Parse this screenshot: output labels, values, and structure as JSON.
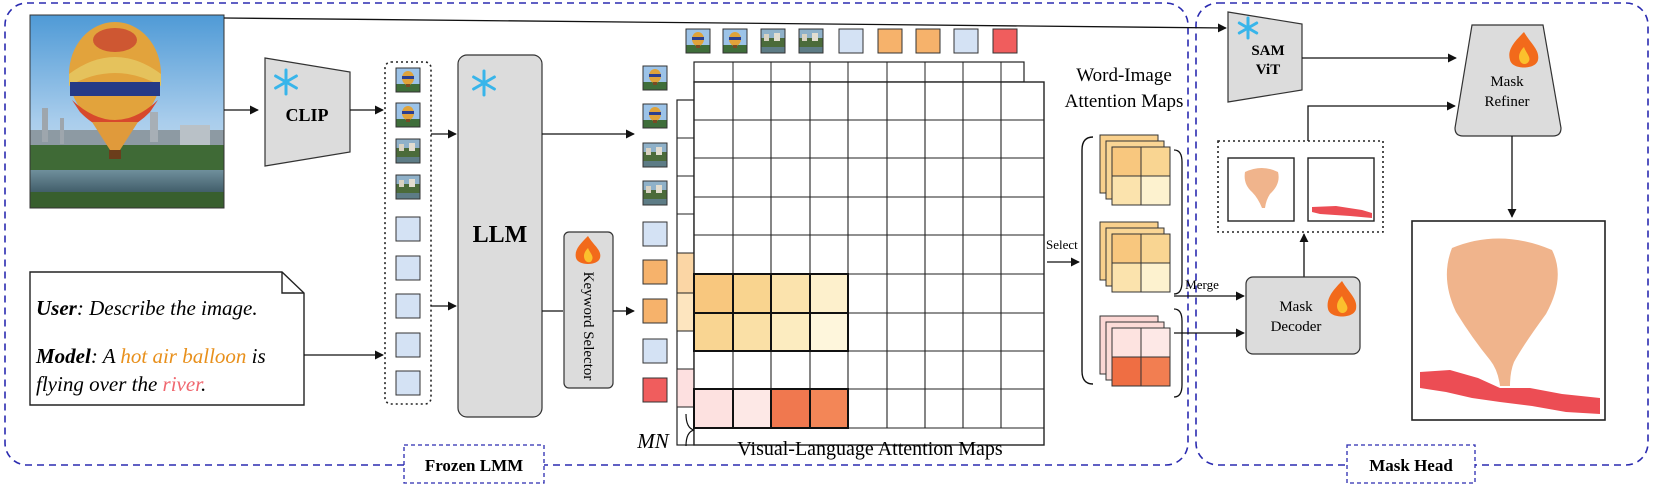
{
  "frozen_lmm": {
    "label": "Frozen LMM",
    "clip_label": "CLIP",
    "llm_label": "LLM",
    "keyword_selector_label": "Keyword Selector",
    "prompt": {
      "user_name": "User",
      "user_text": ": Describe the image.",
      "model_name": "Model",
      "model_prefix": ": A ",
      "keyword_1": "hot air balloon",
      "model_middle": " is",
      "model_line2_prefix": "flying over the ",
      "keyword_2": "river",
      "model_end": "."
    },
    "mn_label": "MN",
    "vl_maps_label": "Visual-Language Attention Maps",
    "word_image_label_line1": "Word-Image",
    "word_image_label_line2": "Attention Maps",
    "select_label": "Select",
    "merge_label": "Merge"
  },
  "mask_head": {
    "label": "Mask Head",
    "sam_line1": "SAM",
    "sam_line2": "ViT",
    "refiner_line1": "Mask",
    "refiner_line2": "Refiner",
    "decoder_line1": "Mask",
    "decoder_line2": "Decoder"
  },
  "colors": {
    "frame_blue": "#2b2bb0",
    "keyword_orange": "#e8901c",
    "keyword_red": "#f0676f",
    "token_blue": "#d4e2f4",
    "token_orange": "#f6b26b",
    "token_red": "#f05d5d",
    "module_grey": "#dcdcdc",
    "mask_balloon": "#f0b48c",
    "mask_river": "#ec4d54",
    "snowflake": "#38b5ea",
    "fire": "#f26a1b"
  },
  "icons": [
    "snowflake-icon",
    "fire-icon",
    "balloon-photo"
  ]
}
